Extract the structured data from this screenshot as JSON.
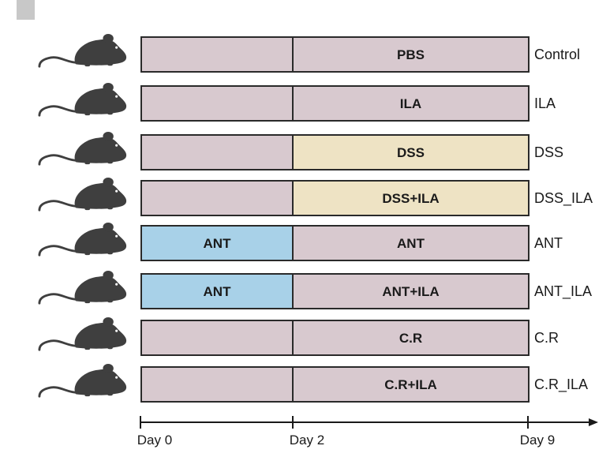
{
  "colors": {
    "baseline": "#d8c9cf",
    "dss": "#eee3c4",
    "antibiotic": "#a8d1e8",
    "border": "#2a2a2a",
    "mouse": "#3f3f3f",
    "corner_mark": "#c8c8c8"
  },
  "icons": {
    "mouse": "mouse-icon"
  },
  "rows": [
    {
      "group": "Control",
      "phase1_label": "",
      "phase1_color": "baseline",
      "phase2_label": "PBS",
      "phase2_color": "baseline"
    },
    {
      "group": "ILA",
      "phase1_label": "",
      "phase1_color": "baseline",
      "phase2_label": "ILA",
      "phase2_color": "baseline"
    },
    {
      "group": "DSS",
      "phase1_label": "",
      "phase1_color": "baseline",
      "phase2_label": "DSS",
      "phase2_color": "dss"
    },
    {
      "group": "DSS_ILA",
      "phase1_label": "",
      "phase1_color": "baseline",
      "phase2_label": "DSS+ILA",
      "phase2_color": "dss"
    },
    {
      "group": "ANT",
      "phase1_label": "ANT",
      "phase1_color": "antibiotic",
      "phase2_label": "ANT",
      "phase2_color": "baseline"
    },
    {
      "group": "ANT_ILA",
      "phase1_label": "ANT",
      "phase1_color": "antibiotic",
      "phase2_label": "ANT+ILA",
      "phase2_color": "baseline"
    },
    {
      "group": "C.R",
      "phase1_label": "",
      "phase1_color": "baseline",
      "phase2_label": "C.R",
      "phase2_color": "baseline"
    },
    {
      "group": "C.R_ILA",
      "phase1_label": "",
      "phase1_color": "baseline",
      "phase2_label": "C.R+ILA",
      "phase2_color": "baseline"
    }
  ],
  "timeline": {
    "ticks": [
      "Day 0",
      "Day 2",
      "Day 9"
    ]
  }
}
